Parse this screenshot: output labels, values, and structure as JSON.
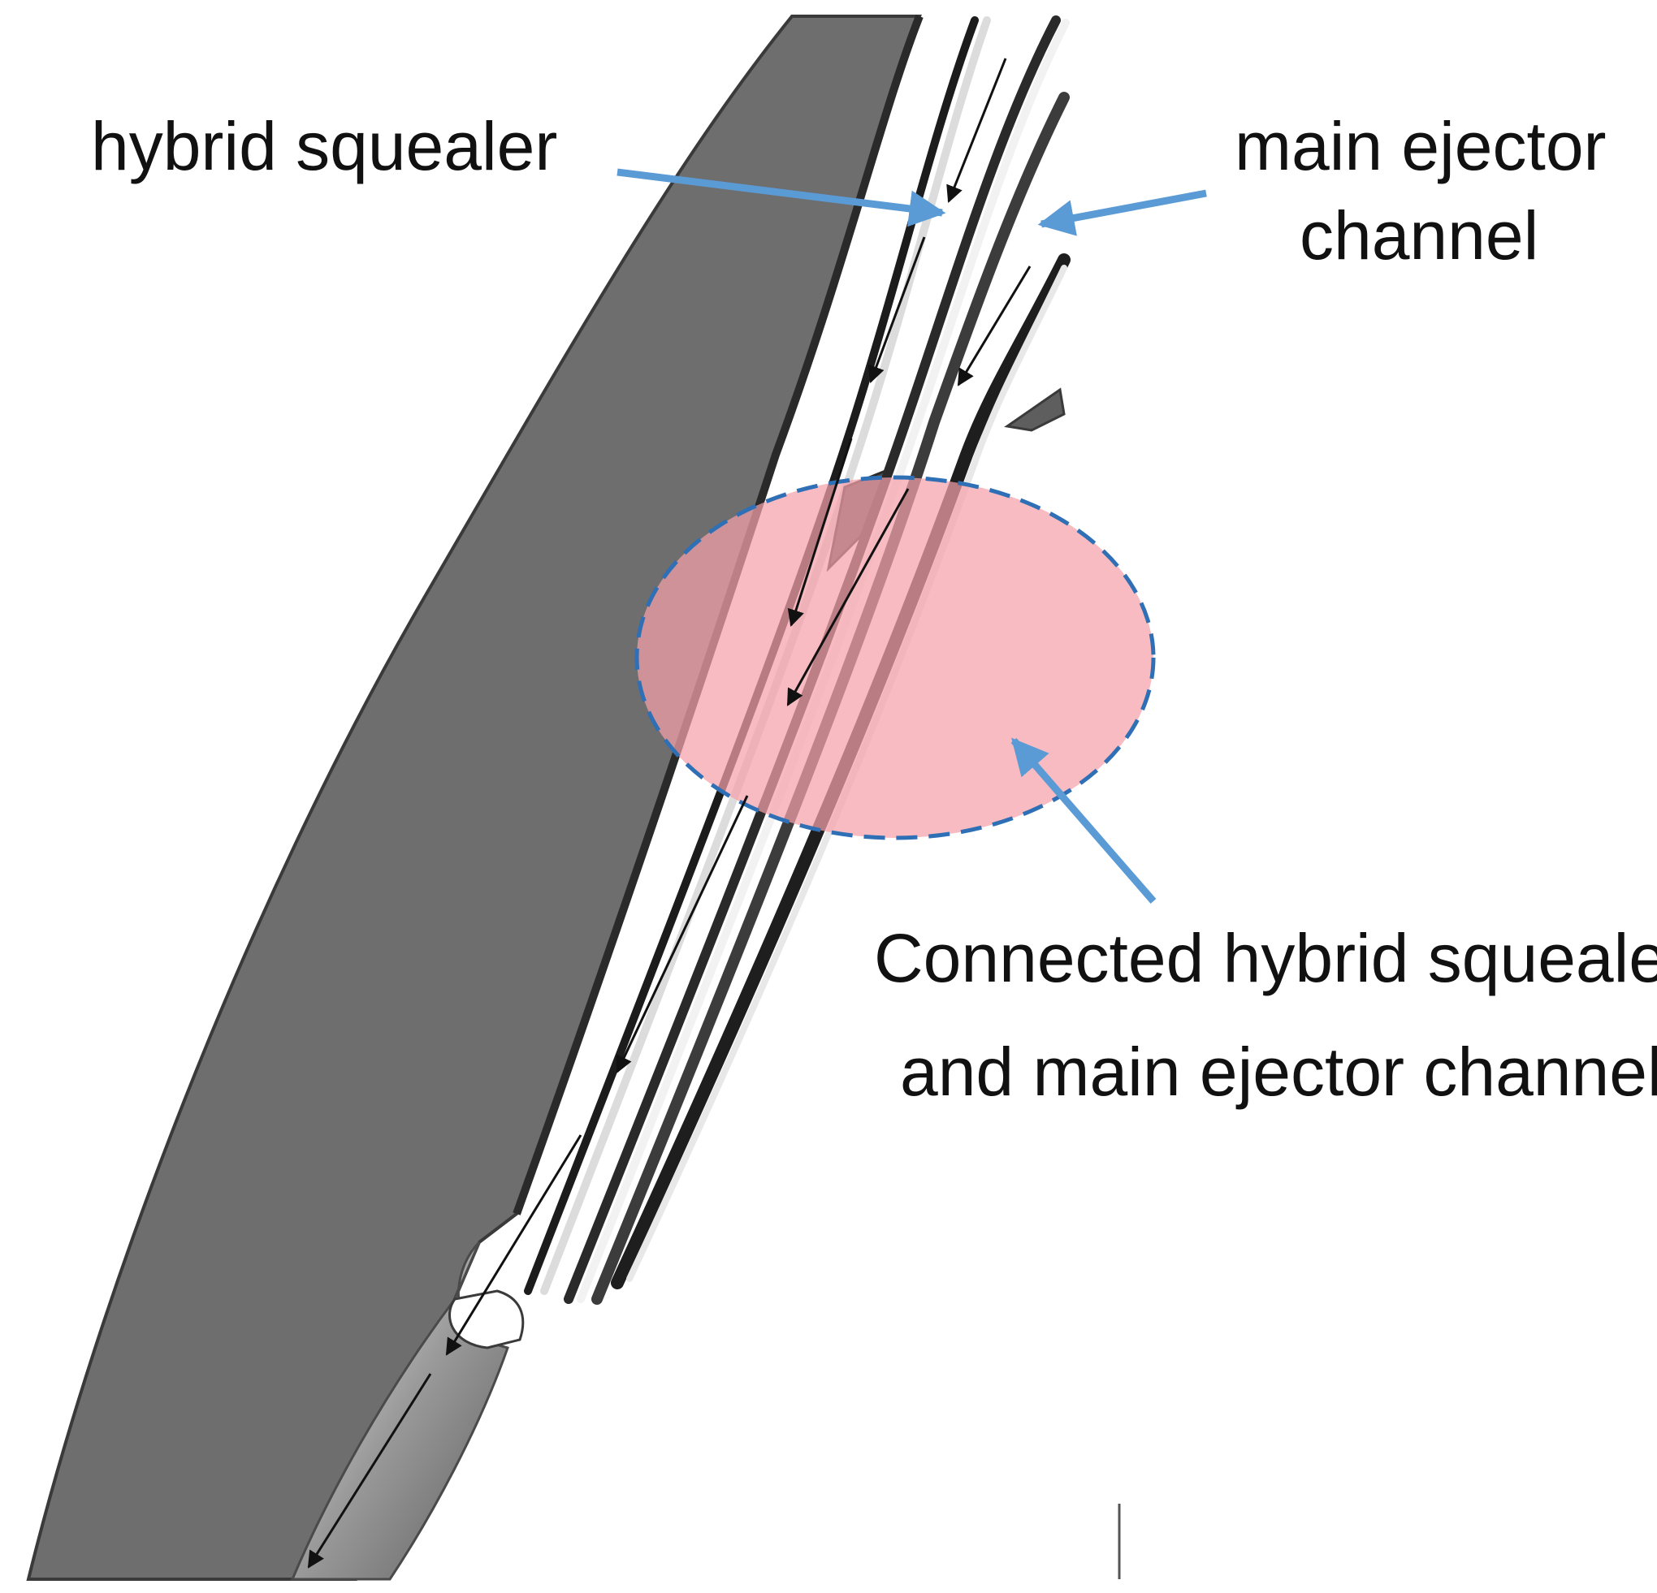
{
  "labels": {
    "hybrid_squealer": "hybrid squealer",
    "main_ejector_line1": "main ejector",
    "main_ejector_line2": "channel",
    "connected_line1": "Connected hybrid squealer",
    "connected_line2": "and main ejector channel"
  },
  "colors": {
    "blade": "#6e6e6e",
    "blade_edge": "#3a3a3a",
    "callout_arrow": "#5b9bd5",
    "highlight_fill": "#f4a1a9",
    "highlight_stroke": "#2e6fb5",
    "flow_arrow": "#111111"
  }
}
